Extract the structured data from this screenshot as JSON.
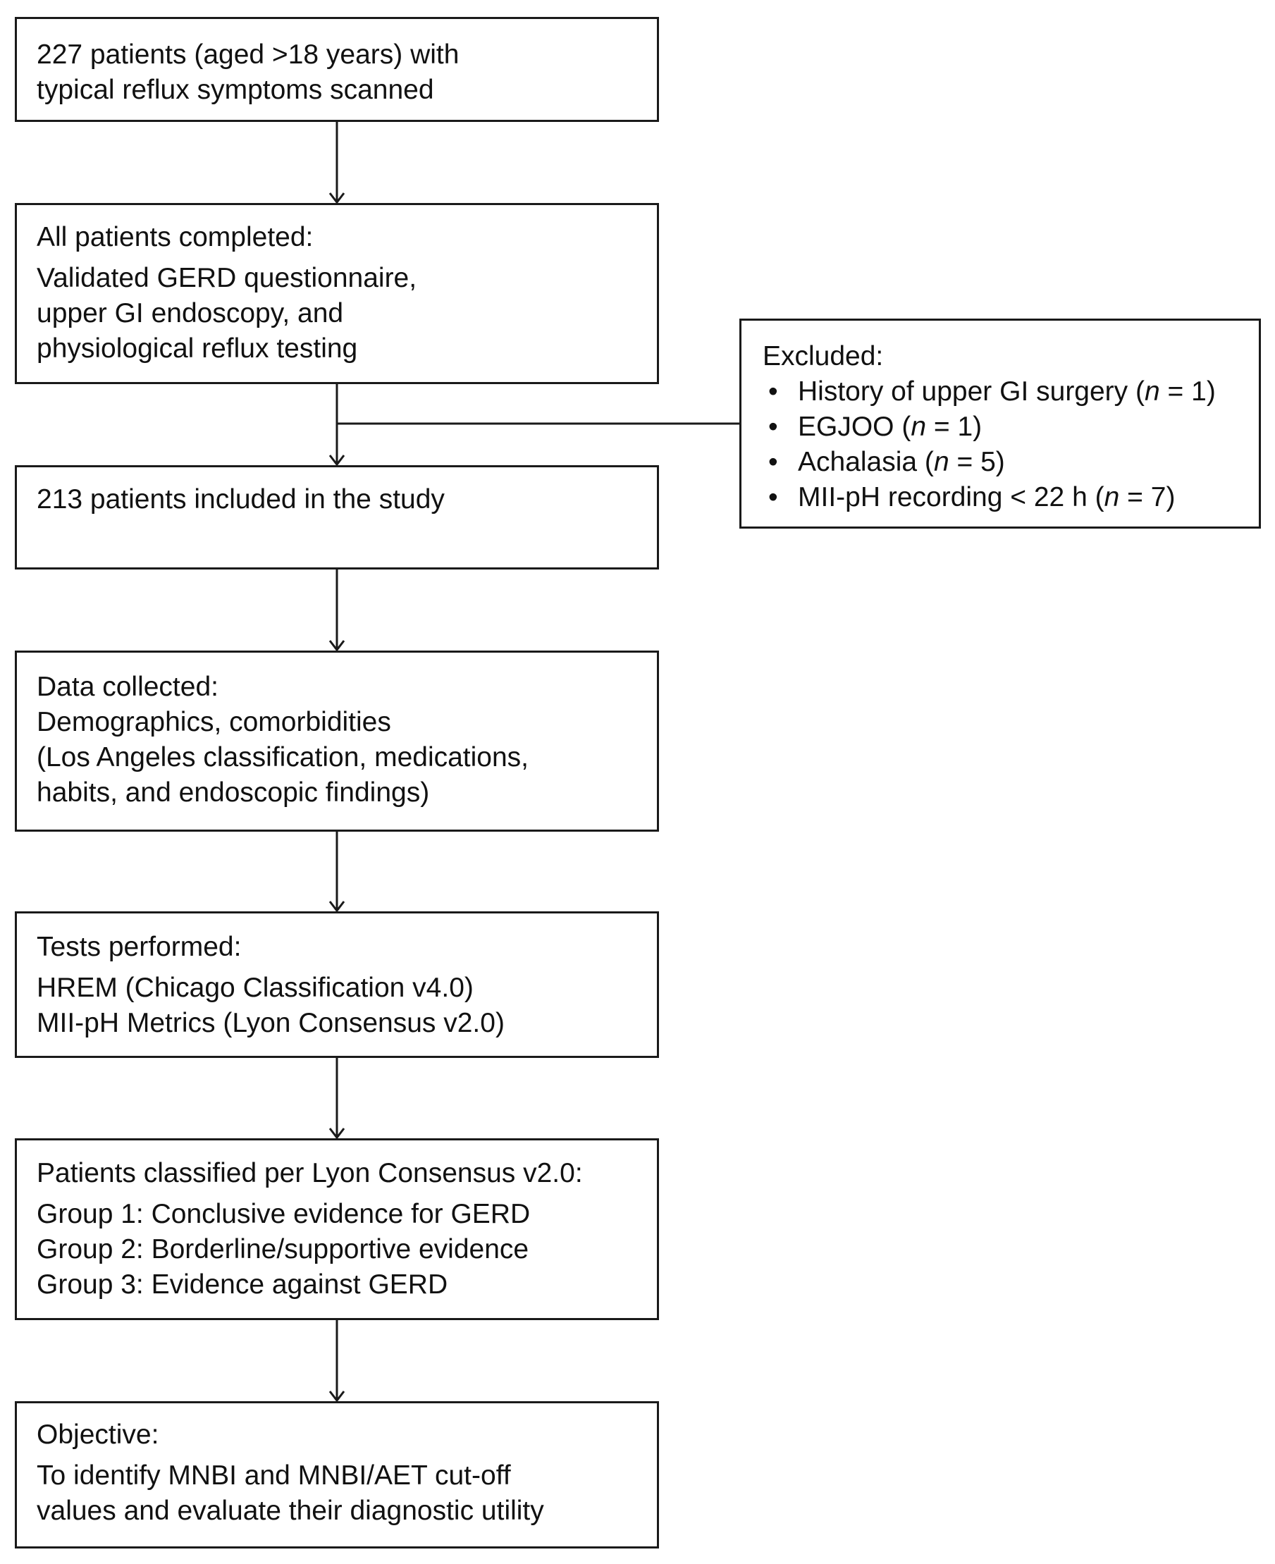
{
  "boxes": {
    "screened": {
      "lines": [
        "227 patients (aged >18 years) with",
        "typical reflux symptoms scanned"
      ]
    },
    "completed": {
      "heading": "All patients completed:",
      "lines": [
        "Validated GERD questionnaire,",
        "upper GI endoscopy, and",
        "physiological reflux testing"
      ]
    },
    "included": {
      "lines": [
        "213 patients included in the study"
      ]
    },
    "excluded": {
      "heading": "Excluded:",
      "items": [
        {
          "label": "History of upper GI surgery (",
          "var": "n",
          "value": " = 1)"
        },
        {
          "label": "EGJOO (",
          "var": "n",
          "value": " = 1)"
        },
        {
          "label": "Achalasia (",
          "var": "n",
          "value": " = 5)"
        },
        {
          "label": "MII-pH recording < 22 h (",
          "var": "n",
          "value": " = 7)"
        }
      ]
    },
    "data_collected": {
      "heading": "Data collected:",
      "lines": [
        "Demographics, comorbidities",
        "(Los Angeles classification, medications,",
        "habits, and endoscopic findings)"
      ]
    },
    "tests": {
      "heading": "Tests performed:",
      "lines": [
        "HREM (Chicago Classification v4.0)",
        "MII-pH Metrics (Lyon Consensus v2.0)"
      ]
    },
    "classified": {
      "heading": "Patients classified per Lyon Consensus v2.0:",
      "lines": [
        "Group 1: Conclusive evidence for GERD",
        "Group 2: Borderline/supportive evidence",
        "Group 3: Evidence against GERD"
      ]
    },
    "objective": {
      "heading": "Objective:",
      "lines": [
        "To identify MNBI and MNBI/AET cut-off",
        "values and evaluate their diagnostic utility"
      ]
    }
  }
}
